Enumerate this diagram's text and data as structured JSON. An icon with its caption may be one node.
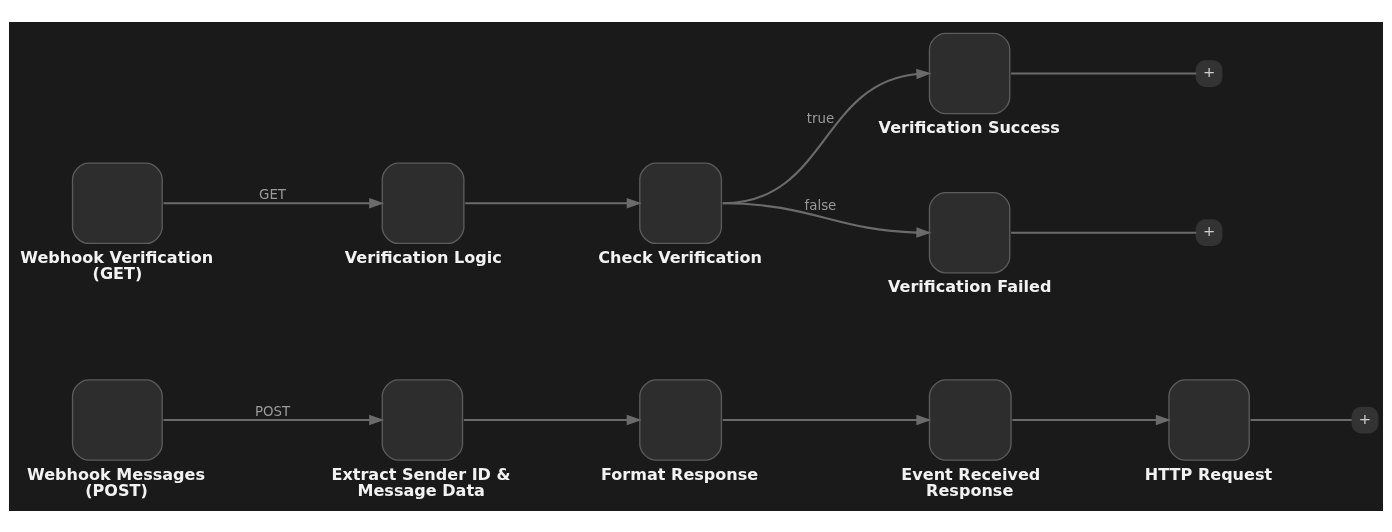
{
  "diagram": {
    "nodes": [
      {
        "text": [
          "Webhook Verification (GET)"
        ]
      },
      {
        "text": [
          "Verification Logic"
        ]
      },
      {
        "text": [
          "Check Verification"
        ]
      },
      {
        "text": [
          "Verification Success"
        ]
      },
      {
        "text": [
          "Verification Failed"
        ]
      },
      {
        "text": [
          "Webhook Messages (POST)"
        ]
      },
      {
        "text": [
          "Extract Sender ID & Message Data"
        ]
      },
      {
        "text": [
          "Format Response"
        ]
      },
      {
        "text": [
          "Event Received Response"
        ]
      },
      {
        "text": [
          "HTTP Request"
        ]
      },
      {
        "text": [
          "+"
        ]
      },
      {
        "text": [
          "+"
        ]
      },
      {
        "text": [
          "+"
        ]
      }
    ],
    "edges": [
      {
        "from": 0,
        "to": 1,
        "arrow": "to",
        "label": "GET"
      },
      {
        "from": 1,
        "to": 2,
        "arrow": "to"
      },
      {
        "from": 2,
        "to": 3,
        "arrow": "to",
        "label": "true"
      },
      {
        "from": 2,
        "to": 4,
        "arrow": "to",
        "label": "false"
      },
      {
        "from": 3,
        "to": 10,
        "arrow": "none"
      },
      {
        "from": 4,
        "to": 11,
        "arrow": "none"
      },
      {
        "from": 5,
        "to": 6,
        "arrow": "to",
        "label": "POST"
      },
      {
        "from": 6,
        "to": 7,
        "arrow": "to"
      },
      {
        "from": 7,
        "to": 8,
        "arrow": "to"
      },
      {
        "from": 8,
        "to": 9,
        "arrow": "to"
      },
      {
        "from": 9,
        "to": 12,
        "arrow": "none"
      }
    ]
  }
}
